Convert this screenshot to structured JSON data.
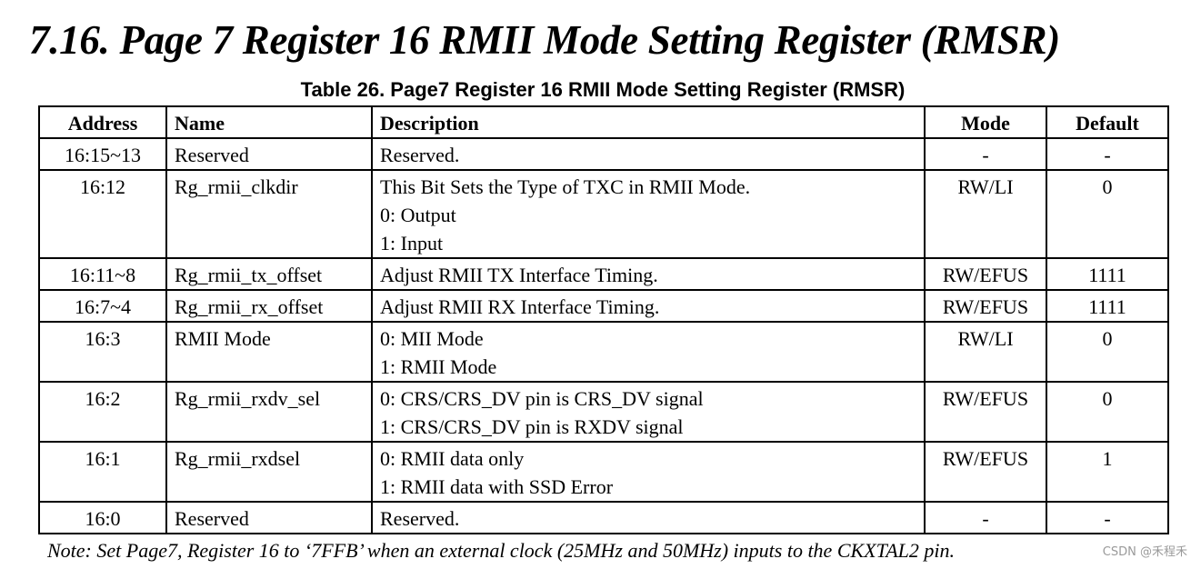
{
  "section_heading": "7.16.  Page 7 Register 16 RMII Mode Setting Register (RMSR)",
  "table_caption": "Table 26. Page7 Register 16 RMII Mode Setting Register (RMSR)",
  "table": {
    "headers": {
      "address": "Address",
      "name": "Name",
      "description": "Description",
      "mode": "Mode",
      "default": "Default"
    },
    "rows": [
      {
        "address": "16:15~13",
        "name": "Reserved",
        "description": [
          "Reserved."
        ],
        "mode": "-",
        "default": "-"
      },
      {
        "address": "16:12",
        "name": "Rg_rmii_clkdir",
        "description": [
          "This Bit Sets the Type of TXC in RMII Mode.",
          "0: Output",
          "1: Input"
        ],
        "mode": "RW/LI",
        "default": "0"
      },
      {
        "address": "16:11~8",
        "name": "Rg_rmii_tx_offset",
        "description": [
          "Adjust RMII TX Interface Timing."
        ],
        "mode": "RW/EFUS",
        "default": "1111"
      },
      {
        "address": "16:7~4",
        "name": "Rg_rmii_rx_offset",
        "description": [
          "Adjust RMII RX Interface Timing."
        ],
        "mode": "RW/EFUS",
        "default": "1111"
      },
      {
        "address": "16:3",
        "name": "RMII Mode",
        "description": [
          "0: MII Mode",
          "1: RMII Mode"
        ],
        "mode": "RW/LI",
        "default": "0"
      },
      {
        "address": "16:2",
        "name": "Rg_rmii_rxdv_sel",
        "description": [
          "0: CRS/CRS_DV pin is CRS_DV signal",
          "1: CRS/CRS_DV pin is RXDV signal"
        ],
        "mode": "RW/EFUS",
        "default": "0"
      },
      {
        "address": "16:1",
        "name": "Rg_rmii_rxdsel",
        "description": [
          "0: RMII data only",
          "1: RMII data with SSD Error"
        ],
        "mode": "RW/EFUS",
        "default": "1"
      },
      {
        "address": "16:0",
        "name": "Reserved",
        "description": [
          "Reserved."
        ],
        "mode": "-",
        "default": "-"
      }
    ]
  },
  "note": "Note: Set Page7, Register 16 to ‘7FFB’ when an external clock (25MHz and 50MHz) inputs to the CKXTAL2 pin.",
  "watermark": "CSDN @禾程禾"
}
